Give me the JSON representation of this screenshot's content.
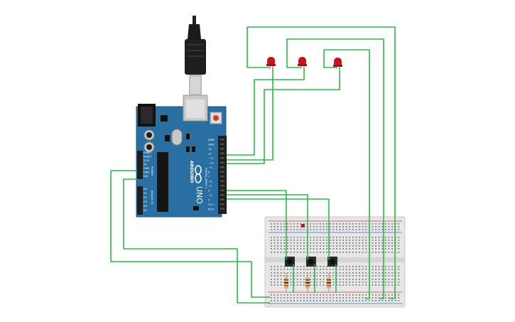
{
  "board": {
    "brand": "ARDUINO",
    "model": "UNO",
    "color": "#2a6fa1",
    "digital_header_labels": [
      "AREF",
      "GND",
      "13",
      "12",
      "~11",
      "~10",
      "~9",
      "8",
      "7",
      "~6",
      "~5",
      "4",
      "~3",
      "2",
      "TX 1",
      "RX 0"
    ],
    "power_header_labels": [
      "IOREF",
      "RESET",
      "3.3V",
      "5V",
      "GND",
      "GND",
      "VIN"
    ],
    "analog_header_labels": [
      "A0",
      "A1",
      "A2",
      "A3",
      "A4",
      "A5"
    ],
    "section_labels": {
      "power": "POWER",
      "analog": "ANALOG IN",
      "digital": "DIGITAL (PWM~)"
    }
  },
  "components": {
    "leds": [
      {
        "name": "led-1",
        "color": "#c0181d"
      },
      {
        "name": "led-2",
        "color": "#c0181d"
      },
      {
        "name": "led-3",
        "color": "#c0181d"
      }
    ],
    "pushbuttons": 3,
    "resistors": 3,
    "usb_cable": "usb-cable"
  },
  "colors": {
    "wire": "#2db84b",
    "breadboard": "#e6e6e6",
    "rail_red": "#d23b3b",
    "rail_blue": "#3a6fc4"
  }
}
